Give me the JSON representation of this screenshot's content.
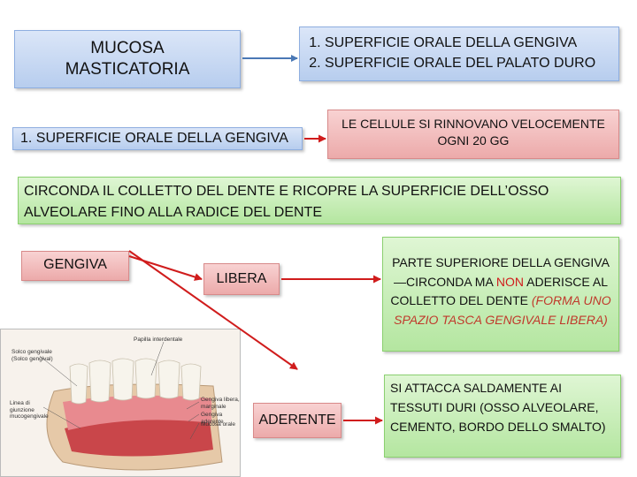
{
  "mucosa_box": {
    "line1": "MUCOSA",
    "line2": "MASTICATORIA"
  },
  "superfici_list": [
    "SUPERFICIE ORALE DELLA GENGIVA",
    "SUPERFICIE ORALE DEL PALATO DURO"
  ],
  "superficie_gengiva_box": "1. SUPERFICIE ORALE DELLA GENGIVA",
  "cellule_box": "LE CELLULE SI RINNOVANO VELOCEMENTE OGNI 20 GG",
  "circonda_box": "CIRCONDA IL COLLETTO DEL DENTE E RICOPRE LA SUPERFICIE DELL’OSSO ALVEOLARE FINO ALLA RADICE DEL DENTE",
  "gengiva_box": "GENGIVA",
  "libera_box": "LIBERA",
  "aderente_box": "ADERENTE",
  "parte_box": {
    "part1": "PARTE SUPERIORE DELLA GENGIVA—CIRCONDA MA ",
    "non": "NON",
    "part2": " ADERISCE AL COLLETTO DEL DENTE ",
    "italic": "(FORMA UNO SPAZIO TASCA GENGIVALE LIBERA)"
  },
  "attacca_box": "SI ATTACCA SALDAMENTE AI TESSUTI DURI (OSSO ALVEOLARE, CEMENTO, BORDO DELLO SMALTO)",
  "illustration": {
    "labels": {
      "solco": "Solco gengivale (Solco gengival)",
      "papilla": "Papilla interdentale",
      "linea": "Linea di giunzione mucogengivale",
      "gengiva_libera": "Gengiva libera, marginale",
      "gengiva_aderente": "Gengiva aderente",
      "mucosa_orale": "Mucosa orale"
    }
  },
  "colors": {
    "blue_box": "#b7cdee",
    "red_box": "#ecaaaa",
    "green_box": "#b4e6a0",
    "arrow_blue": "#4a78b5",
    "arrow_red": "#d01c1c"
  }
}
